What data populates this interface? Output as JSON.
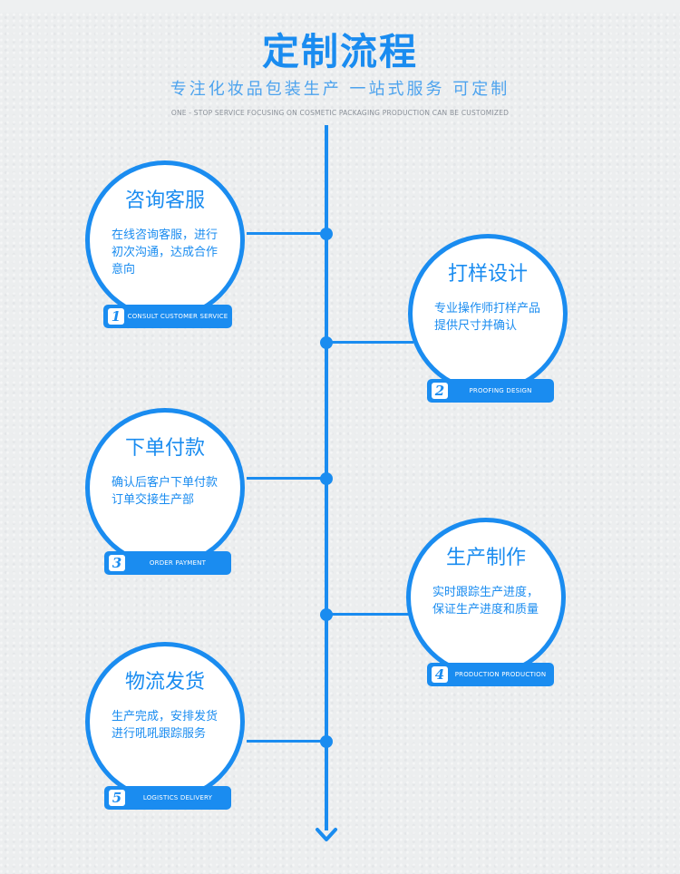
{
  "header": {
    "title": "定制流程",
    "subtitle": "专注化妆品包装生产 一站式服务 可定制",
    "subtitle_en": "ONE - STOP SERVICE FOCUSING ON COSMETIC PACKAGING PRODUCTION CAN BE CUSTOMIZED"
  },
  "steps": [
    {
      "number": "1",
      "title": "咨询客服",
      "desc": "在线咨询客服，进行初次沟通，达成合作意向",
      "tag": "CONSULT CUSTOMER SERVICE"
    },
    {
      "number": "2",
      "title": "打样设计",
      "desc": "专业操作师打样产品提供尺寸并确认",
      "tag": "PROOFING DESIGN"
    },
    {
      "number": "3",
      "title": "下单付款",
      "desc": "确认后客户下单付款订单交接生产部",
      "tag": "ORDER PAYMENT"
    },
    {
      "number": "4",
      "title": "生产制作",
      "desc": "实时跟踪生产进度，保证生产进度和质量",
      "tag": "PRODUCTION PRODUCTION"
    },
    {
      "number": "5",
      "title": "物流发货",
      "desc": "生产完成，安排发货进行吼吼跟踪服务",
      "tag": "LOGISTICS DELIVERY"
    }
  ],
  "colors": {
    "accent": "#1a8cf0",
    "background": "#eceeef"
  },
  "icons": {
    "timeline_end": "chevron-down-icon"
  }
}
